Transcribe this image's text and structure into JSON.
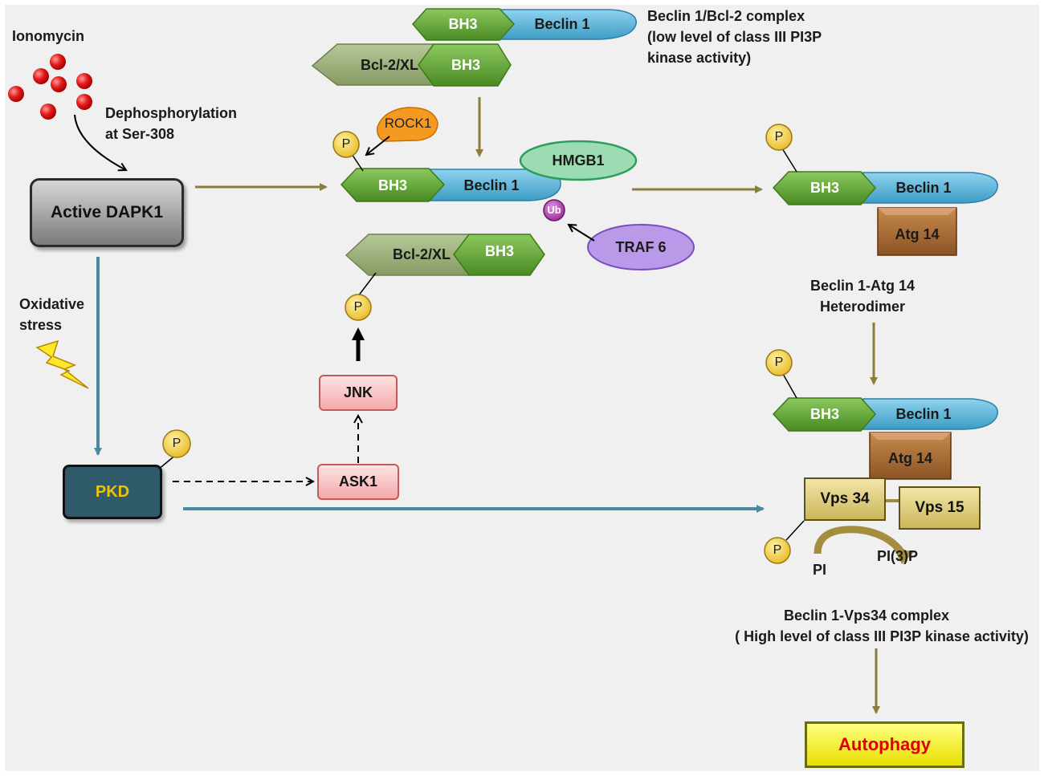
{
  "labels": {
    "ionomycin": "Ionomycin",
    "dephos_line1": "Dephosphorylation",
    "dephos_line2": "at Ser-308",
    "complex_top_line1": "Beclin 1/Bcl-2 complex",
    "complex_top_line2": "(low level of class III PI3P",
    "complex_top_line3": "kinase activity)",
    "oxidative_line1": "Oxidative",
    "oxidative_line2": "stress",
    "heterodimer_line1": "Beclin 1-Atg 14",
    "heterodimer_line2": "Heterodimer",
    "vps_complex_line1": "Beclin 1-Vps34 complex",
    "vps_complex_line2": "( High level of class III PI3P kinase activity)"
  },
  "nodes": {
    "active_dapk1": "Active DAPK1",
    "pkd": "PKD",
    "jnk": "JNK",
    "ask1": "ASK1",
    "rock1": "ROCK1",
    "hmgb1": "HMGB1",
    "traf6": "TRAF 6",
    "ub": "Ub",
    "bh3": "BH3",
    "beclin1": "Beclin 1",
    "bcl2xl": "Bcl-2/XL",
    "atg14": "Atg 14",
    "vps34": "Vps 34",
    "vps15": "Vps 15",
    "pi": "PI",
    "pi3p": "PI(3)P",
    "phospho": "P",
    "autophagy": "Autophagy"
  },
  "colors": {
    "bh3_green": "#5a9e2c",
    "beclin_blue": "#5ab4d6",
    "bcl2_gray_green": "#8fa66a",
    "atg14_brown": "#a4682e",
    "arrow_olive": "#8b7d3a",
    "arrow_teal": "#4a8aa0",
    "pkd_fill": "#2e5a6a",
    "autophagy_text": "#e00000",
    "ionomycin_red": "#e41a1a"
  },
  "icons": [
    "ionomycin-molecules-icon",
    "lightning-bolt-icon"
  ]
}
